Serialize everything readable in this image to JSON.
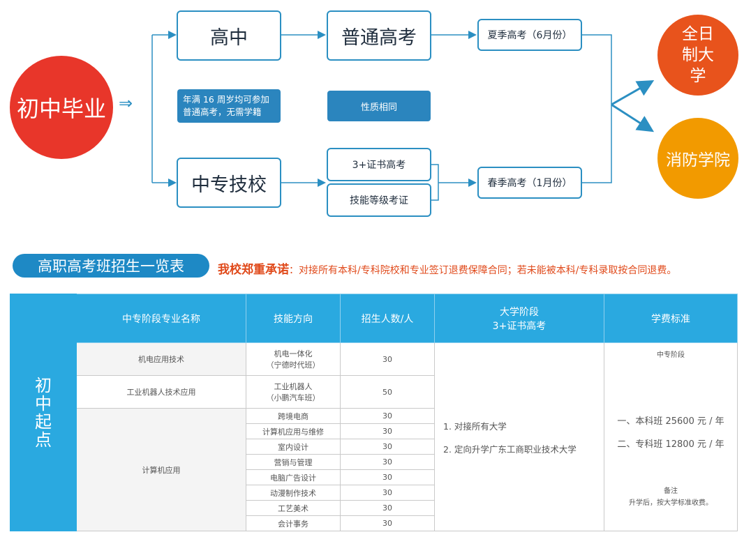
{
  "flow": {
    "start": "初中毕业",
    "start_arrow": "⇒",
    "high_school": "高中",
    "regular_exam": "普通高考",
    "summer_exam": "夏季高考（6月份）",
    "note": "年满 16 周岁均可参加普通高考，无需学籍",
    "same_nature": "性质相同",
    "vocational": "中专技校",
    "cert_exam": "3+证书高考",
    "skill_cert": "技能等级考证",
    "spring_exam": "春季高考（1月份）",
    "fulltime_univ": "全日制大学",
    "fire_academy": "消防学院"
  },
  "banner": {
    "title": "高职高考班招生一览表",
    "promise_label": "我校郑重承诺",
    "promise_text": "：对接所有本科/专科院校和专业签订退费保障合同；若未能被本科/专科录取按合同退费。"
  },
  "table": {
    "side_label": [
      "初",
      "中",
      "起",
      "点"
    ],
    "headers": {
      "major": "中专阶段专业名称",
      "direction": "技能方向",
      "enroll": "招生人数/人",
      "university_l1": "大学阶段",
      "university_l2": "3+证书高考",
      "fee": "学费标准"
    },
    "majors": [
      "机电应用技术",
      "工业机器人技术应用",
      "计算机应用"
    ],
    "rows": [
      {
        "dir1": "机电一体化",
        "dir2": "（宁德时代班）",
        "count": "30"
      },
      {
        "dir1": "工业机器人",
        "dir2": "（小鹏汽车班）",
        "count": "50"
      },
      {
        "dir1": "跨境电商",
        "count": "30"
      },
      {
        "dir1": "计算机应用与维修",
        "count": "30"
      },
      {
        "dir1": "室内设计",
        "count": "30"
      },
      {
        "dir1": "营销与管理",
        "count": "30"
      },
      {
        "dir1": "电脑广告设计",
        "count": "30"
      },
      {
        "dir1": "动漫制作技术",
        "count": "30"
      },
      {
        "dir1": "工艺美术",
        "count": "30"
      },
      {
        "dir1": "会计事务",
        "count": "30"
      }
    ],
    "university": [
      "1. 对接所有大学",
      "2. 定向升学广东工商职业技术大学"
    ],
    "fee": {
      "stage": "中专阶段",
      "bachelor": "一、本科班 25600 元 / 年",
      "associate": "二、专科班 12800 元 / 年",
      "remark_title": "备注",
      "remark": "升学后，按大学标准收费。"
    }
  },
  "colors": {
    "blue": "#2b8fc2",
    "red": "#e8362a",
    "orange": "#e8531c",
    "amber": "#f29a00",
    "table_header": "#2aa9e0"
  }
}
